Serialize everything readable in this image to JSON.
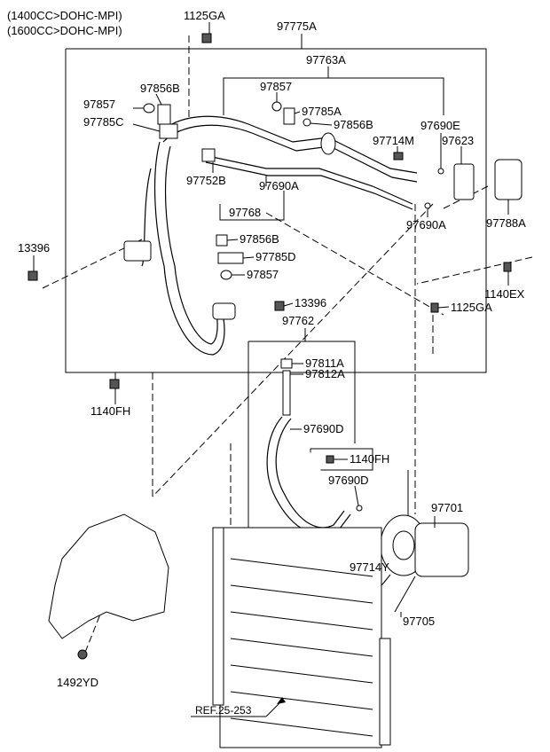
{
  "header": {
    "engine_line_1": "(1400CC>DOHC-MPI)",
    "engine_line_2": "(1600CC>DOHC-MPI)"
  },
  "labels": {
    "p_1125GA_top": "1125GA",
    "p_97775A": "97775A",
    "p_97763A": "97763A",
    "p_97856B_left": "97856B",
    "p_97857_left": "97857",
    "p_97785C": "97785C",
    "p_97857_mid": "97857",
    "p_97785A": "97785A",
    "p_97856B_mid": "97856B",
    "p_97690E": "97690E",
    "p_97714M": "97714M",
    "p_97623": "97623",
    "p_97752B": "97752B",
    "p_97690A_upper": "97690A",
    "p_97768": "97768",
    "p_97690A_lower": "97690A",
    "p_97788A": "97788A",
    "p_13396_left": "13396",
    "p_97856B_low": "97856B",
    "p_97785D": "97785D",
    "p_97857_low": "97857",
    "p_1140EX": "1140EX",
    "p_13396_mid": "13396",
    "p_1125GA_right": "1125GA",
    "p_97762": "97762",
    "p_97811A": "97811A",
    "p_97812A": "97812A",
    "p_1140FH_left": "1140FH",
    "p_97690D_upper": "97690D",
    "p_1140FH_right": "1140FH",
    "p_97690D_lower": "97690D",
    "p_97701": "97701",
    "p_97714Y": "97714Y",
    "p_97705": "97705",
    "p_1492YD": "1492YD",
    "ref": "REF.25-253"
  }
}
